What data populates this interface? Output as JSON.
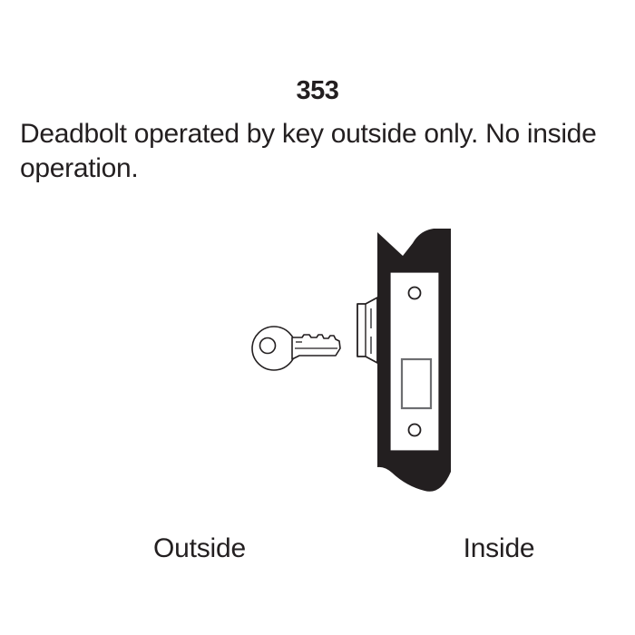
{
  "page": {
    "background_color": "#ffffff",
    "text_color": "#231f20"
  },
  "header": {
    "function_number": "353",
    "description": "Deadbolt operated by key outside only. No inside operation."
  },
  "diagram": {
    "name": "mortise-deadbolt-cross-section",
    "door_fill_color": "#231f20",
    "faceplate_fill_color": "#ffffff",
    "outline_color": "#231f20",
    "detail_line_color": "#6d6e71",
    "parts": {
      "key": "key-icon",
      "cylinder_collar": "cylinder-collar",
      "door_edge": "door-edge-section",
      "faceplate": "lock-faceplate",
      "screw_hole_top": "screw-hole",
      "screw_hole_bottom": "screw-hole",
      "deadbolt_opening": "deadbolt-opening"
    }
  },
  "labels": {
    "outside": "Outside",
    "inside": "Inside"
  }
}
